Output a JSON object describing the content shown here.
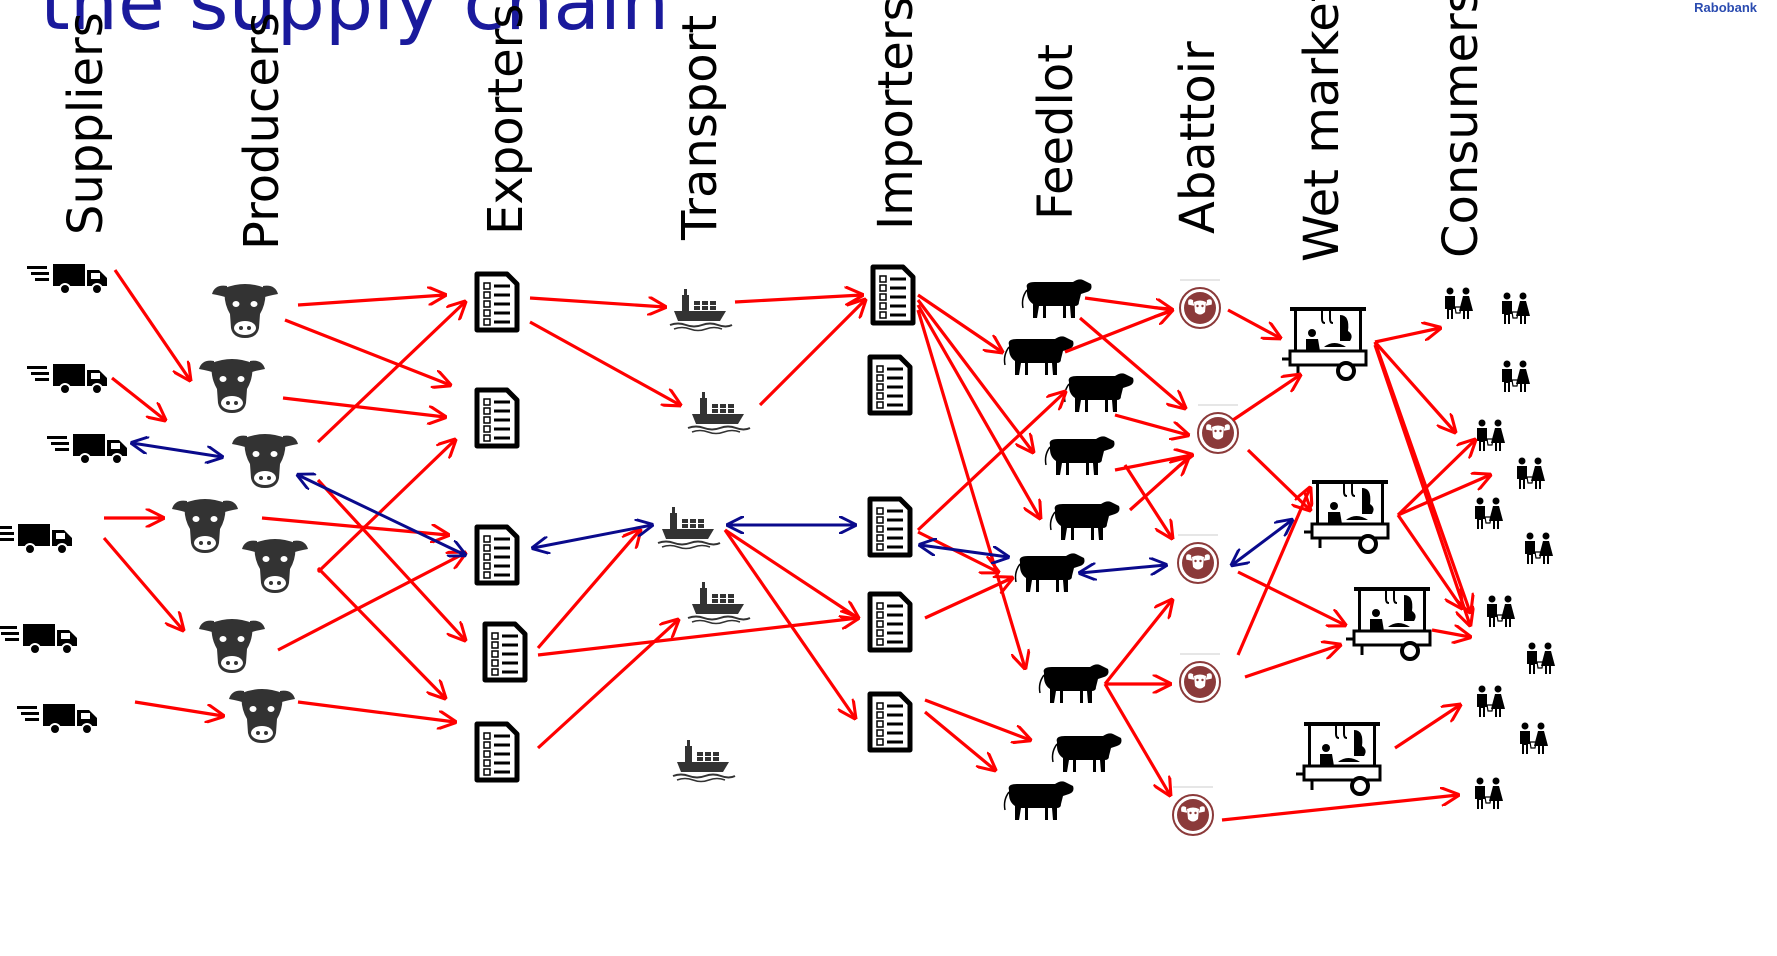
{
  "title": "the supply chain",
  "brand": "Rabobank",
  "stages": [
    {
      "id": "suppliers",
      "label": "Suppliers"
    },
    {
      "id": "producers",
      "label": "Producers"
    },
    {
      "id": "exporters",
      "label": "Exporters"
    },
    {
      "id": "transport",
      "label": "Transport"
    },
    {
      "id": "importers",
      "label": "Importers"
    },
    {
      "id": "feedlot",
      "label": "Feedlot"
    },
    {
      "id": "abattoir",
      "label": "Abattoir"
    },
    {
      "id": "wet_market",
      "label": "Wet market"
    },
    {
      "id": "consumers",
      "label": "Consumers"
    }
  ],
  "colors": {
    "flow_arrow": "#ff0000",
    "traceback_arrow": "#0a0a8c",
    "title": "#1a1a9c",
    "abattoir_icon": "#8b3a3a",
    "icon": "#000000"
  },
  "icons": {
    "suppliers": "truck-icon",
    "producers": "cow-head-icon",
    "exporters": "document-checklist-icon",
    "transport": "cargo-ship-icon",
    "importers": "document-checklist-icon",
    "feedlot": "cattle-icon",
    "abattoir": "abattoir-badge-icon",
    "wet_market": "market-stall-icon",
    "consumers": "shoppers-icon"
  }
}
